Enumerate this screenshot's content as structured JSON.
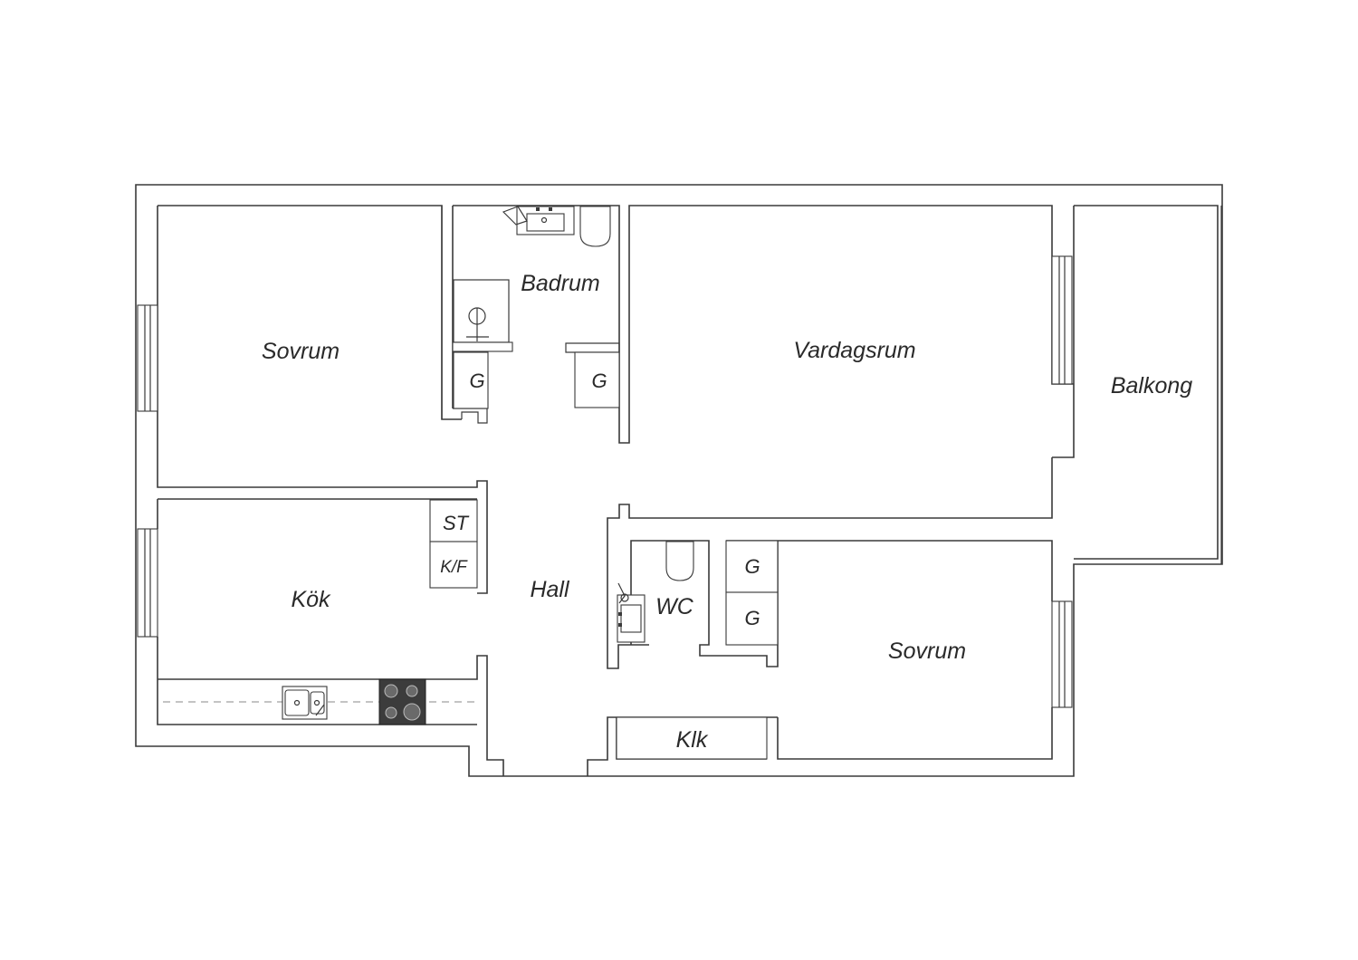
{
  "labels": {
    "sovrum_top": "Sovrum",
    "badrum": "Badrum",
    "vardagsrum": "Vardagsrum",
    "balkong": "Balkong",
    "kok": "Kök",
    "hall": "Hall",
    "wc": "WC",
    "sovrum_bottom": "Sovrum",
    "klk": "Klk",
    "st": "ST",
    "kf": "K/F",
    "g": "G"
  }
}
